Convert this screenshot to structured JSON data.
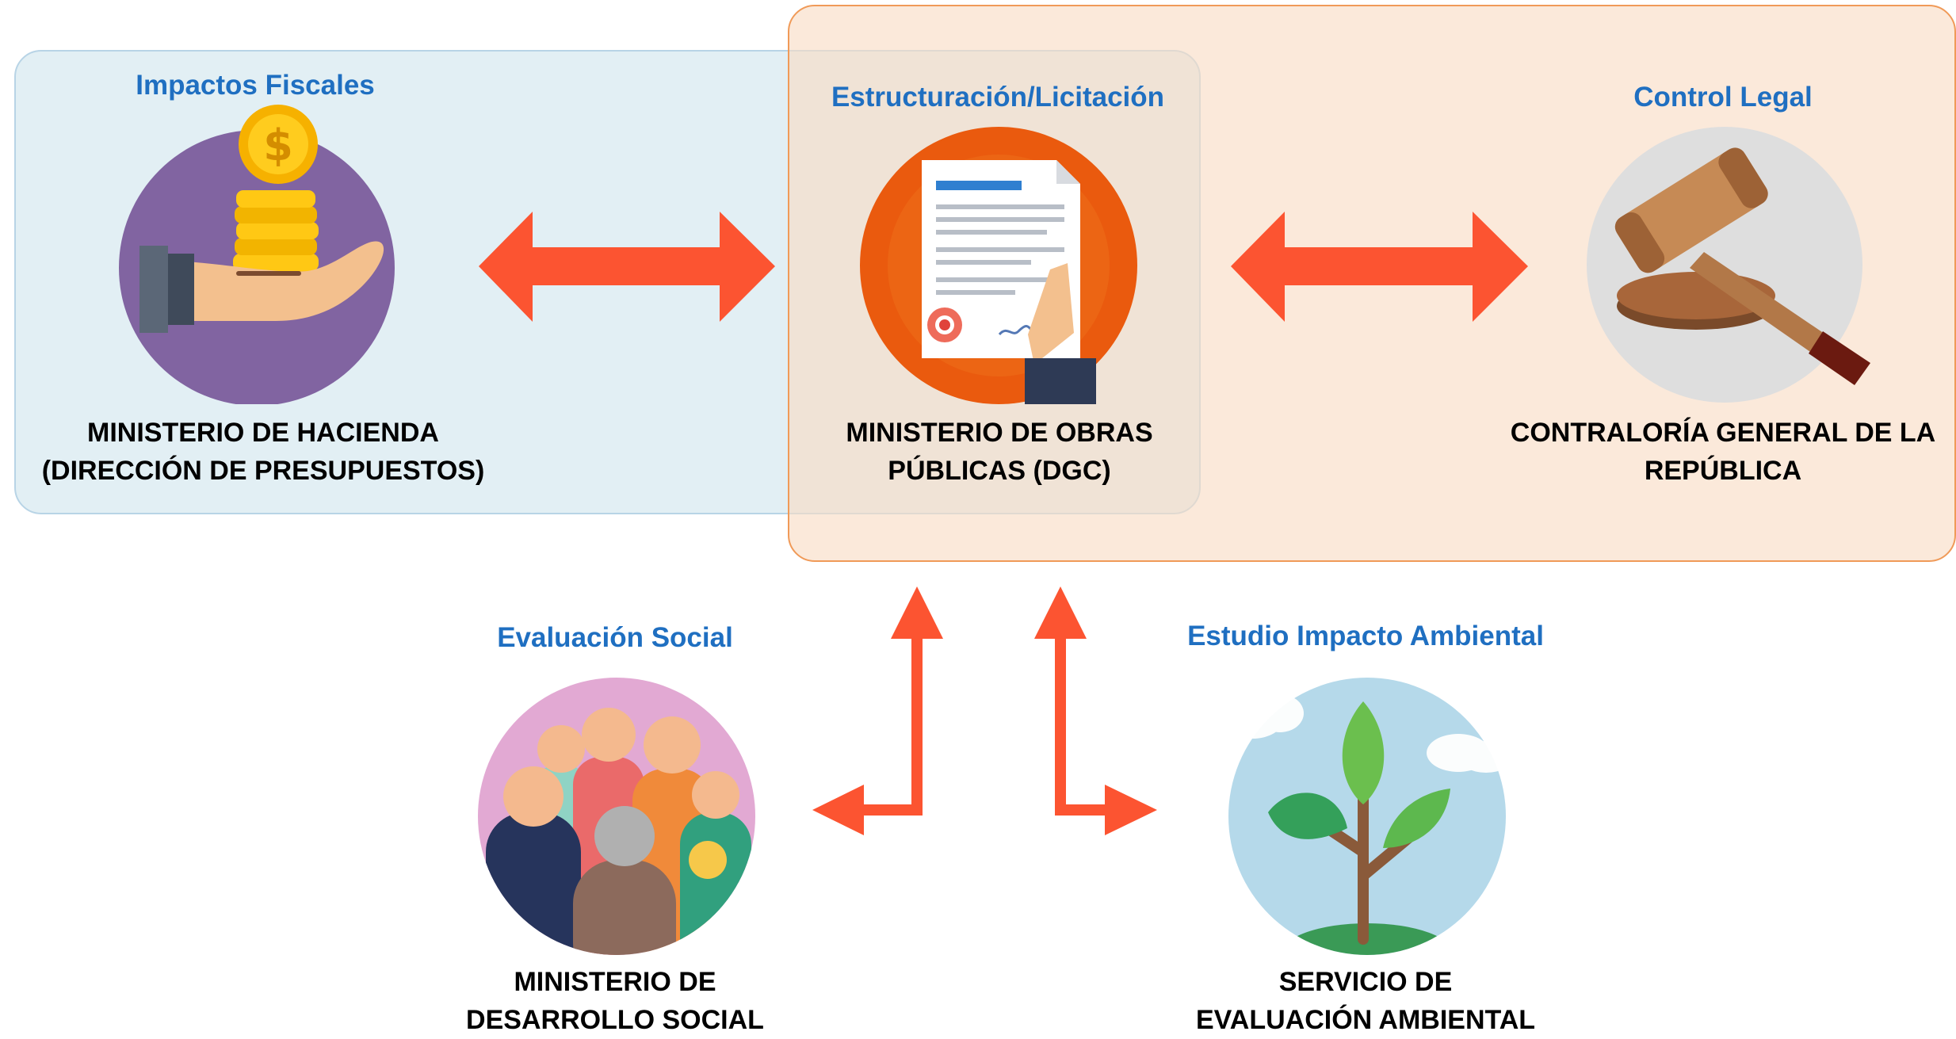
{
  "nodes": [
    {
      "id": "fiscal",
      "heading": "Impactos Fiscales",
      "label_line1": "MINISTERIO DE HACIENDA",
      "label_line2": "(DIRECCIÓN DE PRESUPUESTOS)",
      "icon": "money-hand-icon",
      "color": "#8164a1"
    },
    {
      "id": "mop",
      "heading": "Estructuración/Licitación",
      "label_line1": "MINISTERIO DE OBRAS",
      "label_line2": "PÚBLICAS (DGC)",
      "icon": "contract-document-icon",
      "color": "#ea5a0e"
    },
    {
      "id": "legal",
      "heading": "Control Legal",
      "label_line1": "CONTRALORÍA GENERAL DE LA",
      "label_line2": "REPÚBLICA",
      "icon": "gavel-icon",
      "color": "#dedede"
    },
    {
      "id": "social",
      "heading": "Evaluación Social",
      "label_line1": "MINISTERIO DE",
      "label_line2": "DESARROLLO SOCIAL",
      "icon": "people-group-icon",
      "color": "#e2a9d3"
    },
    {
      "id": "ambiental",
      "heading": "Estudio Impacto Ambiental",
      "label_line1": "SERVICIO DE",
      "label_line2": "EVALUACIÓN AMBIENTAL",
      "icon": "plant-sprout-icon",
      "color": "#b5d9ea"
    }
  ],
  "colors": {
    "heading": "#1f6fc1",
    "arrow": "#fc5431",
    "fiscal_region": "#e2eff4",
    "legal_region": "#f9dcc3"
  }
}
